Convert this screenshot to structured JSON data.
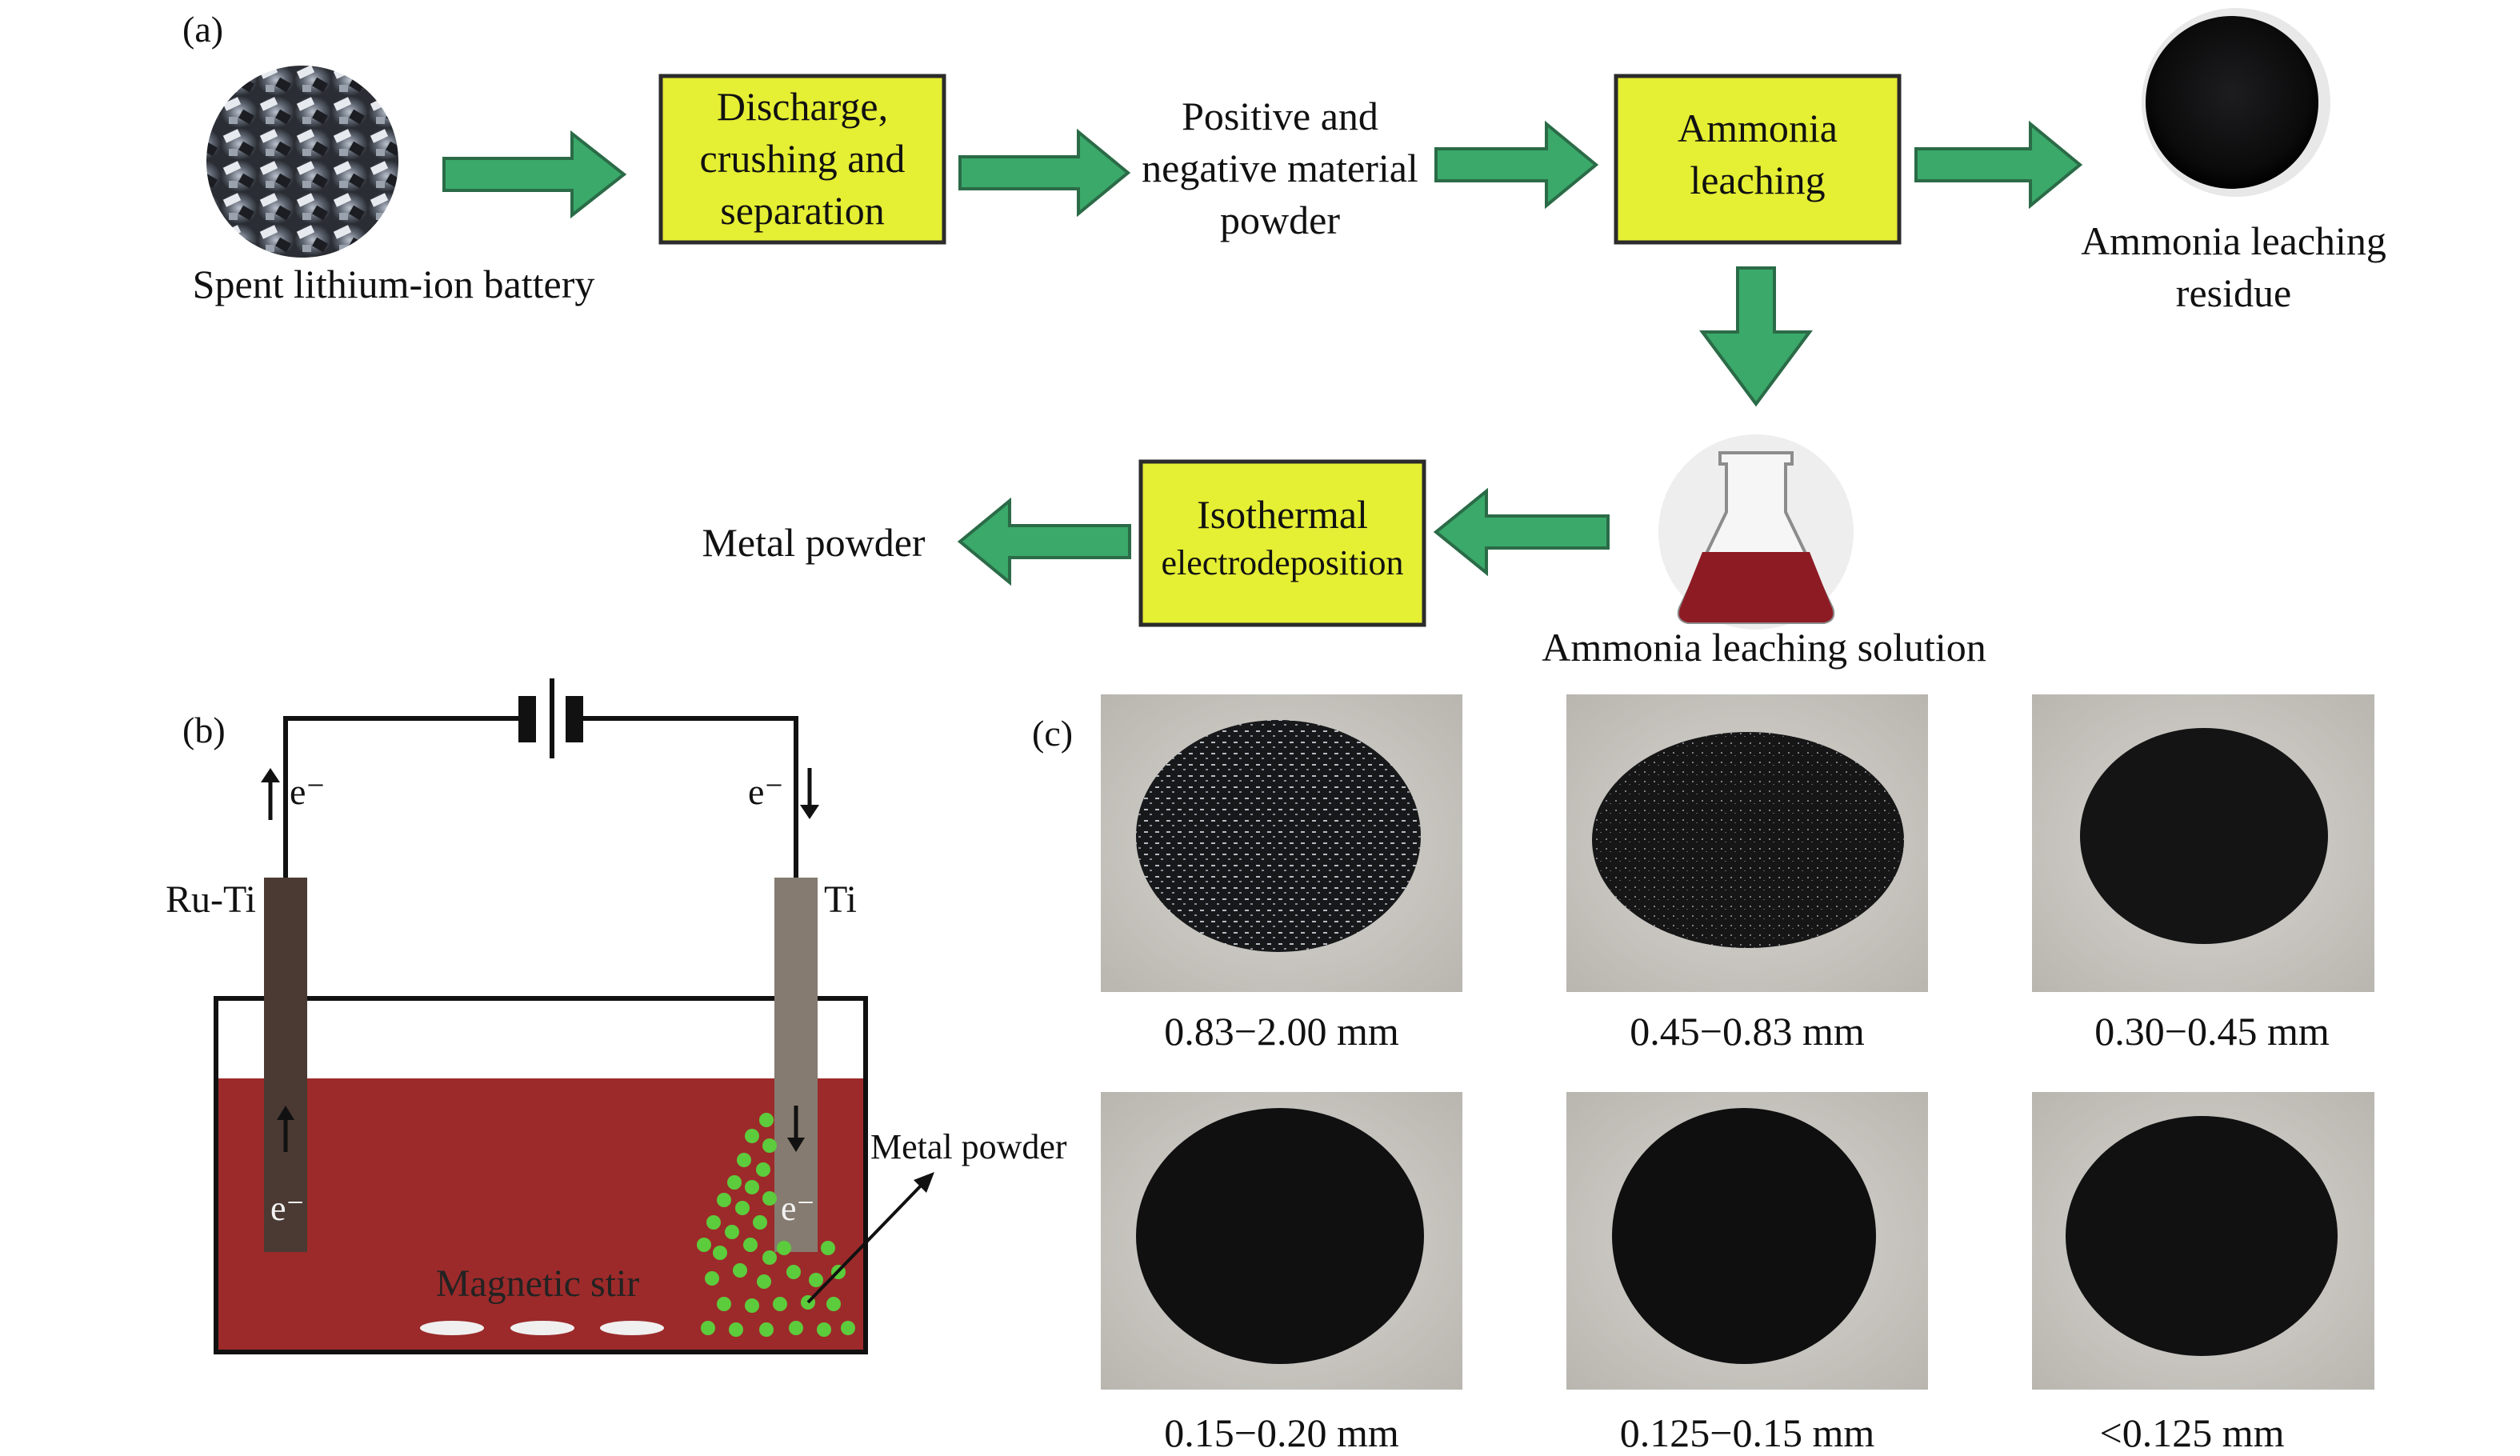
{
  "panels": {
    "a": "(a)",
    "b": "(b)",
    "c": "(c)"
  },
  "flow": {
    "battery": "Spent lithium-ion battery",
    "step1": [
      "Discharge,",
      "crushing and",
      "separation"
    ],
    "powder": [
      "Positive and",
      "negative material",
      "powder"
    ],
    "leach": [
      "Ammonia",
      "leaching"
    ],
    "residue": [
      "Ammonia leaching",
      "residue"
    ],
    "solution": "Ammonia leaching solution",
    "electro": [
      "Isothermal",
      "electrodeposition"
    ],
    "metal": "Metal powder"
  },
  "cell": {
    "anode": "Ru-Ti",
    "cathode": "Ti",
    "electron": "e⁻",
    "stir": "Magnetic stir",
    "product": "Metal powder"
  },
  "samples": [
    "0.83−2.00 mm",
    "0.45−0.83 mm",
    "0.30−0.45 mm",
    "0.15−0.20 mm",
    "0.125−0.15 mm",
    "<0.125 mm"
  ],
  "colors": {
    "box": "#e5ef33",
    "arrow": "#3aa96a",
    "electrolyte": "#9c2a2a",
    "particles": "#5ccc3c",
    "anode": "#4a3a33",
    "cathode": "#857b70"
  }
}
